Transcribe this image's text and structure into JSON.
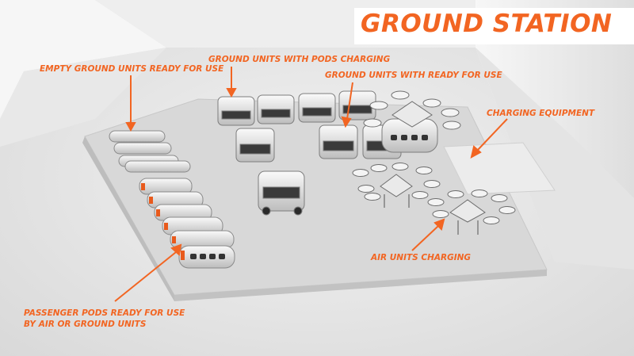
{
  "title": "GROUND STATION",
  "callouts": {
    "empty_ground_units": "EMPTY GROUND UNITS READY FOR USE",
    "pods_charging": "GROUND UNITS WITH PODS CHARGING",
    "ready_for_use": "GROUND UNITS WITH READY FOR USE",
    "charging_equipment": "CHARGING EQUIPMENT",
    "air_units_charging": "AIR UNITS CHARGING",
    "passenger_pods_line1": "PASSENGER PODS READY FOR USE",
    "passenger_pods_line2": "BY AIR OR GROUND UNITS"
  },
  "colors": {
    "accent": "#f26522",
    "background": "#e9e9e9",
    "platform": "#d6d6d6",
    "wall": "#f4f4f4"
  }
}
